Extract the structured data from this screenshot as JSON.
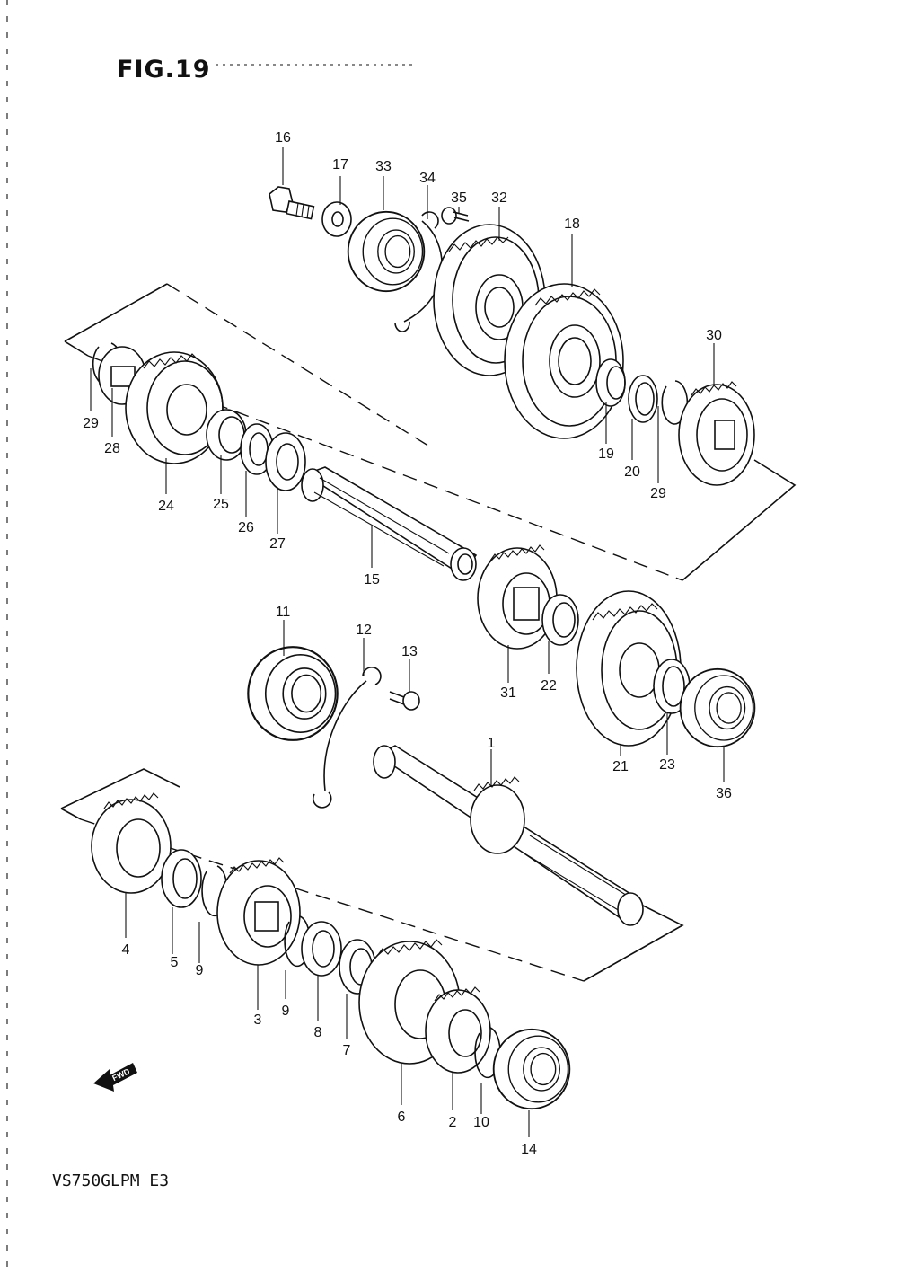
{
  "figure": {
    "title": "FIG.19",
    "model": "VS750GLPM E3",
    "fwd_label": "FWD"
  },
  "callouts": [
    "1",
    "2",
    "3",
    "4",
    "5",
    "6",
    "7",
    "8",
    "9",
    "9",
    "10",
    "11",
    "12",
    "13",
    "14",
    "15",
    "16",
    "17",
    "18",
    "19",
    "20",
    "21",
    "22",
    "23",
    "24",
    "25",
    "26",
    "27",
    "28",
    "29",
    "29",
    "30",
    "31",
    "32",
    "33",
    "34",
    "35",
    "36"
  ]
}
